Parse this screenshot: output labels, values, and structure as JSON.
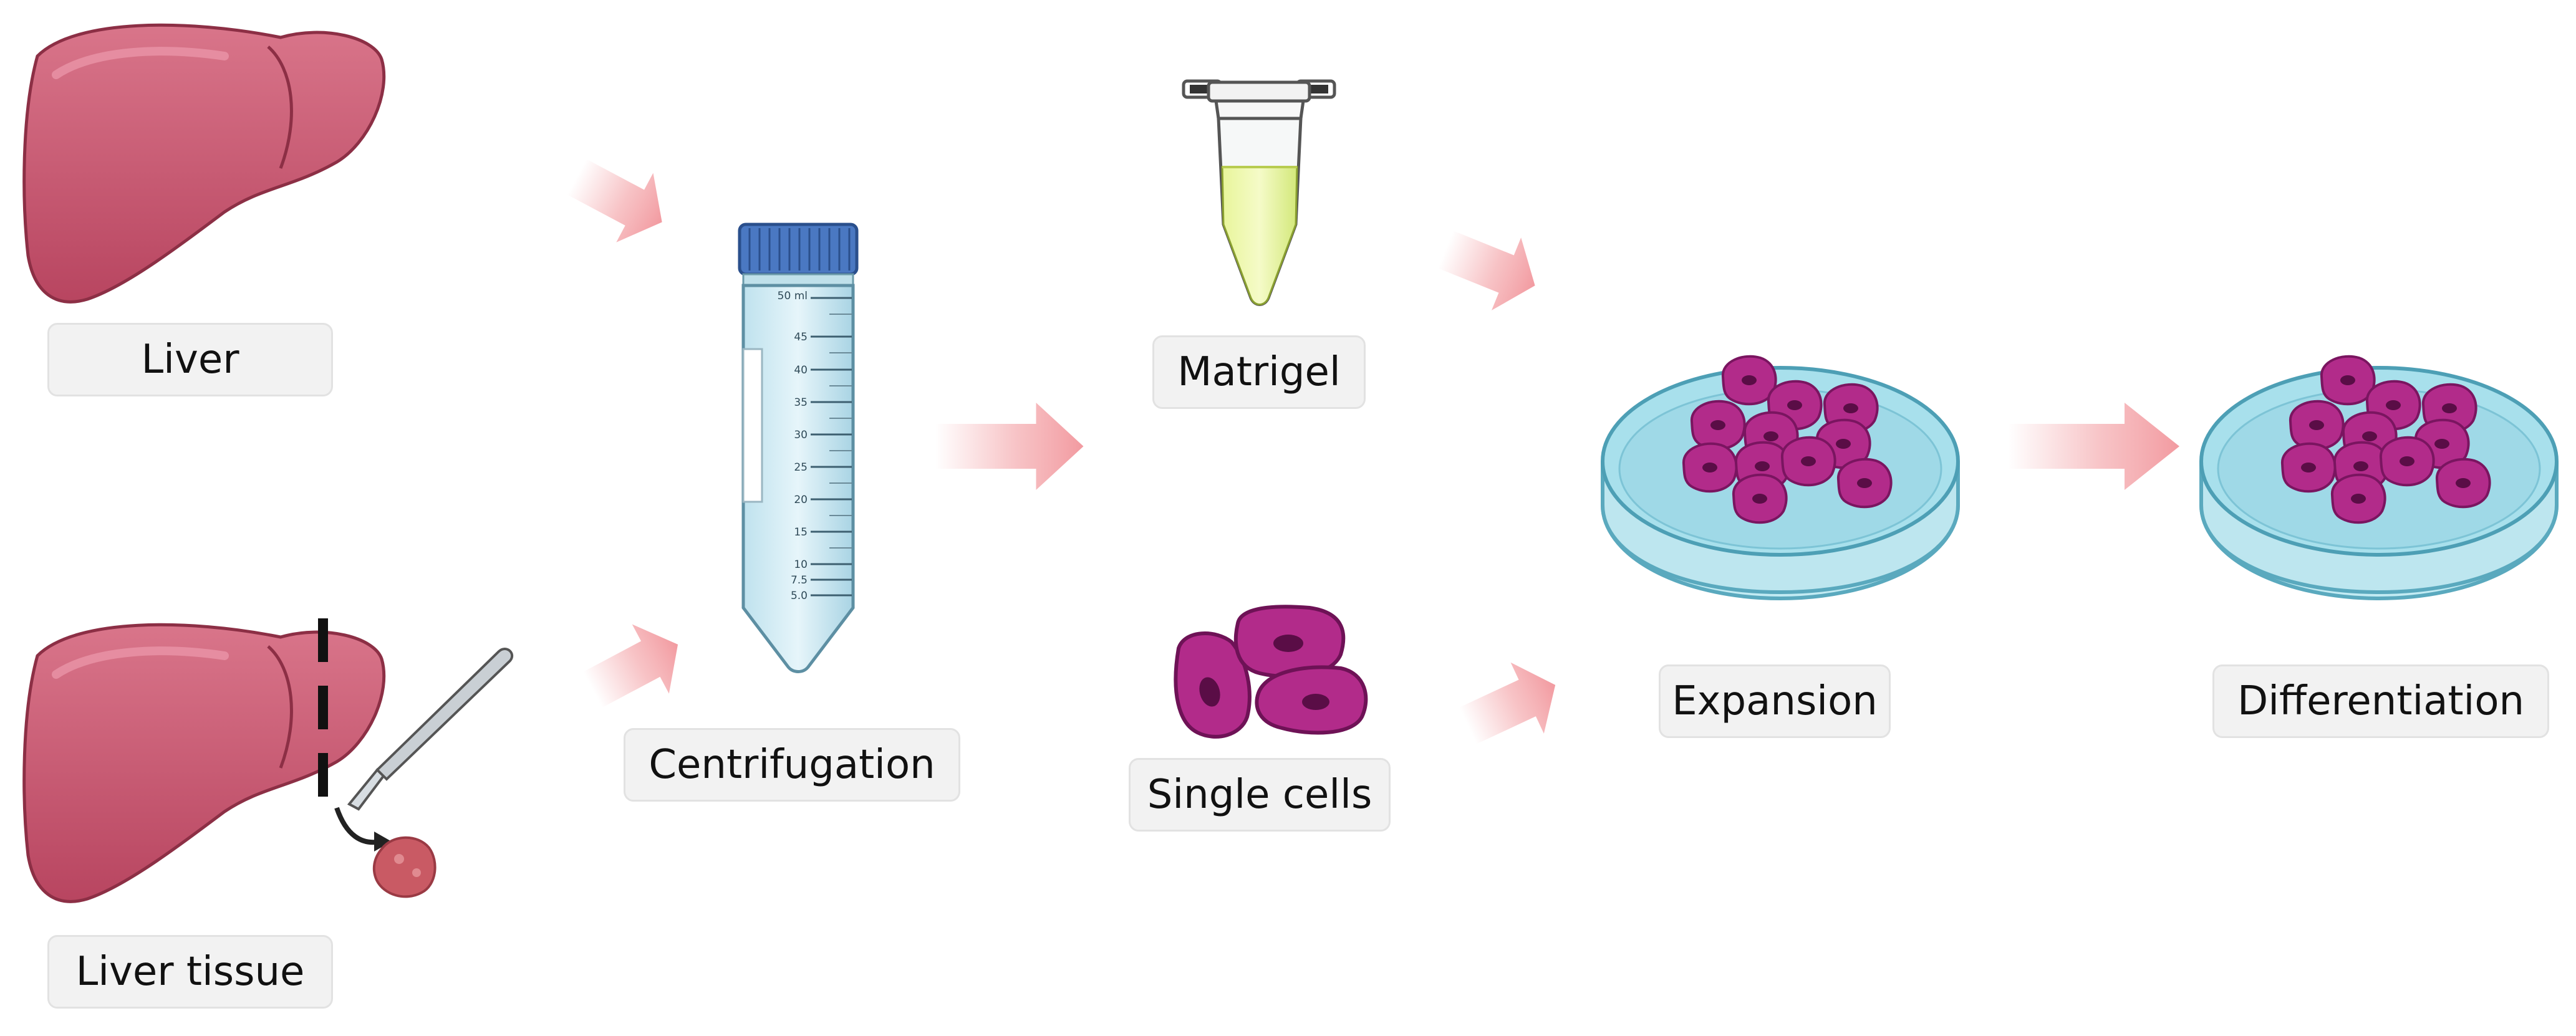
{
  "diagram": {
    "labels": {
      "liver": "Liver",
      "liver_tissue": "Liver tissue",
      "centrifugation": "Centrifugation",
      "matrigel": "Matrigel",
      "single_cells": "Single cells",
      "expansion": "Expansion",
      "differentiation": "Differentiation"
    },
    "tube_scale": [
      "50 ml",
      "45",
      "40",
      "35",
      "30",
      "25",
      "20",
      "15",
      "10",
      "7.5",
      "5.0"
    ],
    "colors": {
      "liver": "#c4546c",
      "cell": "#b22b8a",
      "arrow": "#f4a9ad",
      "dish": "#a8e0ec",
      "gel": "#dff08a",
      "cap": "#4a78c2"
    }
  }
}
